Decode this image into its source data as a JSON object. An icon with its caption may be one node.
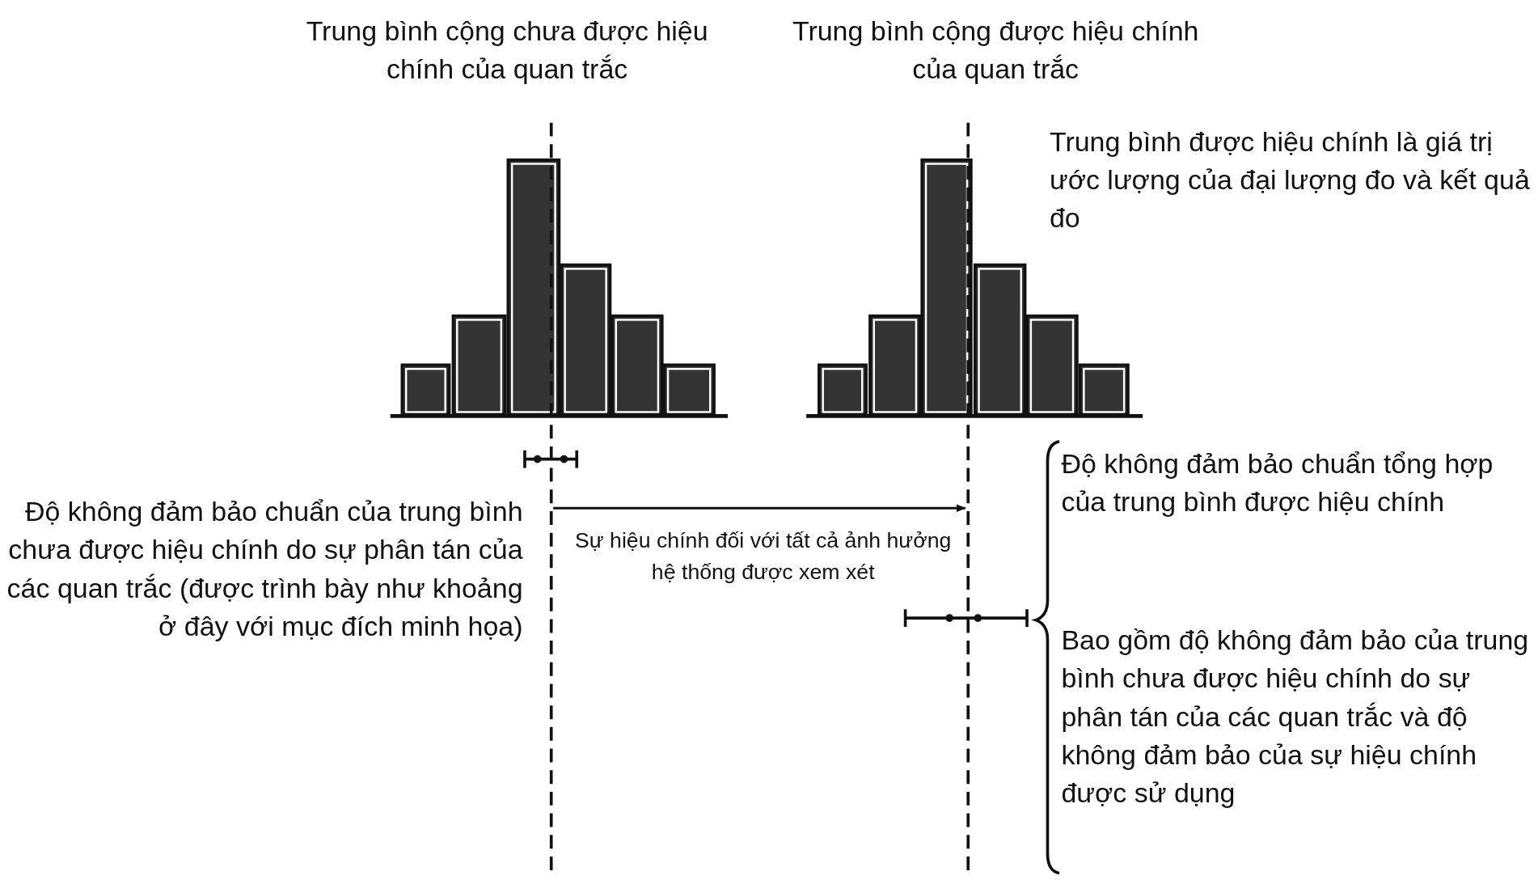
{
  "diagram": {
    "labels": [
      "Trung bình cộng chưa được hiệu chính của quan trắc",
      "Trung bình cộng được hiệu chính của quan trắc",
      "Trung bình được hiệu chính là giá trị ước lượng của đại lượng đo và kết quả đo",
      "Độ không đảm bảo chuẩn tổng hợp của trung bình được hiệu chính",
      "Độ không đảm bảo chuẩn của trung bình chưa được hiệu chính do sự phân tán của các quan trắc (được trình bày như khoảng ở đây với mục đích minh họa)",
      "Sự hiệu chính đối với tất cả ảnh hưởng hệ thống được xem xét",
      "Bao gồm độ không đảm bảo của trung bình chưa được hiệu chính do sự phân tán của các quan trắc và độ không đảm bảo của sự hiệu chính được sử dụng"
    ]
  }
}
